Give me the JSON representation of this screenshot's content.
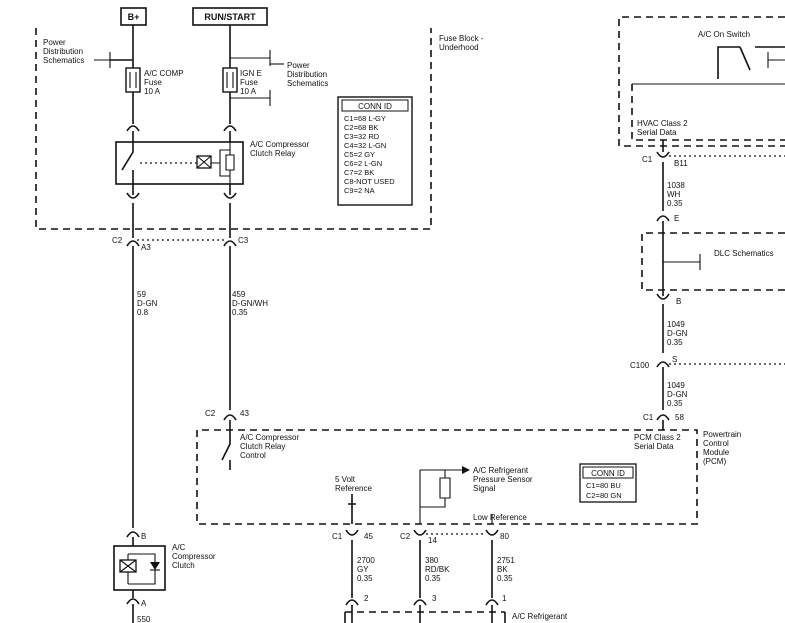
{
  "power": {
    "bplus": "B+",
    "runstart": "RUN/START"
  },
  "fuse_block": {
    "title1": "Fuse Block -",
    "title2": "Underhood"
  },
  "pds_left": [
    "Power",
    "Distribution",
    "Schematics"
  ],
  "pds_right": [
    "Power",
    "Distribution",
    "Schematics"
  ],
  "fuse_ac": [
    "A/C COMP",
    "Fuse",
    "10 A"
  ],
  "fuse_ign": [
    "IGN E",
    "Fuse",
    "10 A"
  ],
  "relay_label": [
    "A/C Compressor",
    "Clutch Relay"
  ],
  "conn_table": {
    "title": "CONN ID",
    "rows": [
      "C1=68 L-GY",
      "C2=68 BK",
      "C3=32 RD",
      "C4=32 L-GN",
      "C5=2 GY",
      "C6=2 L-GN",
      "C7=2 BK",
      "C8-NOT USED",
      "C9=2 NA"
    ]
  },
  "connectors": {
    "c2_a3": [
      "C2",
      "A3"
    ],
    "c3": "C3",
    "c2_43": [
      "C2",
      "43"
    ],
    "b": "B",
    "a": "A",
    "c1_45": [
      "C1",
      "45"
    ],
    "c2_14": [
      "C2",
      "14"
    ],
    "c80": "80",
    "p2": "2",
    "p3": "3",
    "p1": "1",
    "c1_b11": [
      "C1",
      "B11"
    ],
    "e": "E",
    "b_right": "B",
    "c100_s": [
      "C100",
      "S"
    ],
    "c1_58": [
      "C1",
      "58"
    ]
  },
  "wires": {
    "w59": [
      "59",
      "D-GN",
      "0.8"
    ],
    "w459": [
      "459",
      "D-GN/WH",
      "0.35"
    ],
    "w2700": [
      "2700",
      "GY",
      "0.35"
    ],
    "w380": [
      "380",
      "RD/BK",
      "0.35"
    ],
    "w2751": [
      "2751",
      "BK",
      "0.35"
    ],
    "w1038": [
      "1038",
      "WH",
      "0.35"
    ],
    "w1049a": [
      "1049",
      "D-GN",
      "0.35"
    ],
    "w1049b": [
      "1049",
      "D-GN",
      "0.35"
    ],
    "w550": "550"
  },
  "pcm": {
    "relay_ctrl": [
      "A/C Compressor",
      "Clutch Relay",
      "Control"
    ],
    "pressure": [
      "A/C Refrigerant",
      "Pressure Sensor",
      "Signal"
    ],
    "ref5v": [
      "5 Volt",
      "Reference"
    ],
    "lowref": "Low Reference",
    "class2": [
      "PCM Class 2",
      "Serial Data"
    ],
    "module": [
      "Powertrain",
      "Control",
      "Module",
      "(PCM)"
    ],
    "conn_title": "CONN ID",
    "conn_rows": [
      "C1=80 BU",
      "C2=80 GN"
    ]
  },
  "clutch": [
    "A/C",
    "Compressor",
    "Clutch"
  ],
  "ac_switch": "A/C On Switch",
  "hvac": [
    "HVAC Class 2",
    "Serial Data"
  ],
  "dlc": "DLC Schematics",
  "bottom_sensor": "A/C Refrigerant"
}
